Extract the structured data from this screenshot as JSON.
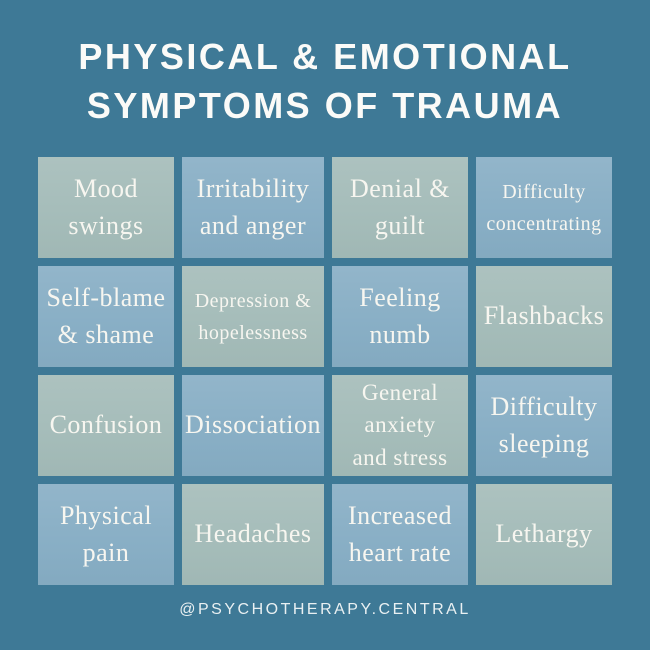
{
  "title": "PHYSICAL & EMOTIONAL\nSYMPTOMS OF TRAUMA",
  "footer": {
    "handle": "@PSYCHOTHERAPY.CENTRAL"
  },
  "colors": {
    "background": "#3e7996",
    "tile_sage": "#a3bbb8",
    "tile_blue": "#86adc4",
    "title_text": "#fbfbf8",
    "cell_text": "#f7f6f0",
    "footer_text": "#e9f0f2"
  },
  "grid": {
    "columns": 4,
    "rows": 4,
    "cells": [
      {
        "label": "Mood\nswings",
        "tone": "sage",
        "size": "lg"
      },
      {
        "label": "Irritability\nand anger",
        "tone": "blue",
        "size": "lg"
      },
      {
        "label": "Denial &\nguilt",
        "tone": "sage",
        "size": "lg"
      },
      {
        "label": "Difficulty\nconcentrating",
        "tone": "blue",
        "size": "sm"
      },
      {
        "label": "Self-blame\n& shame",
        "tone": "blue",
        "size": "lg"
      },
      {
        "label": "Depression &\nhopelessness",
        "tone": "sage",
        "size": "sm"
      },
      {
        "label": "Feeling\nnumb",
        "tone": "blue",
        "size": "lg"
      },
      {
        "label": "Flashbacks",
        "tone": "sage",
        "size": "lg"
      },
      {
        "label": "Confusion",
        "tone": "sage",
        "size": "lg"
      },
      {
        "label": "Dissociation",
        "tone": "blue",
        "size": "lg"
      },
      {
        "label": "General\nanxiety\nand stress",
        "tone": "sage",
        "size": "md"
      },
      {
        "label": "Difficulty\nsleeping",
        "tone": "blue",
        "size": "lg"
      },
      {
        "label": "Physical\npain",
        "tone": "blue",
        "size": "lg"
      },
      {
        "label": "Headaches",
        "tone": "sage",
        "size": "lg"
      },
      {
        "label": "Increased\nheart rate",
        "tone": "blue",
        "size": "lg"
      },
      {
        "label": "Lethargy",
        "tone": "sage",
        "size": "lg"
      }
    ]
  }
}
